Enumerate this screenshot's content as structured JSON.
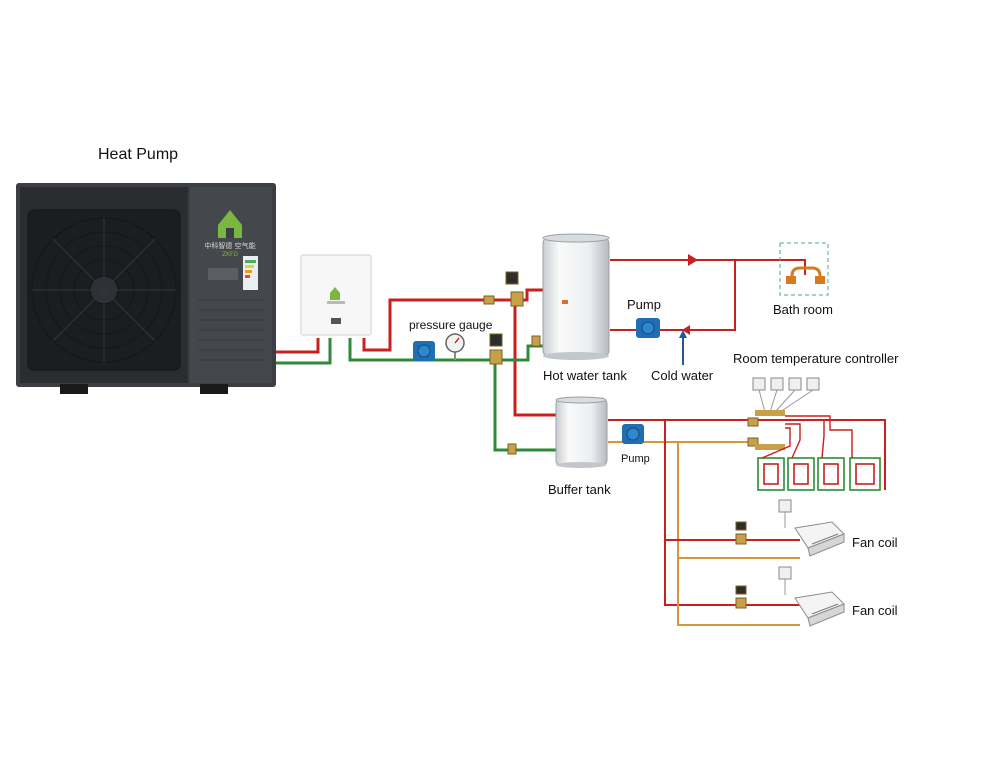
{
  "labels": {
    "heat_pump": "Heat Pump",
    "pressure_gauge": "pressure gauge",
    "pump_top": "Pump",
    "bath_room": "Bath room",
    "hot_water_tank": "Hot water tank",
    "cold_water": "Cold water",
    "room_temp_controller": "Room temperature controller",
    "pump_bottom": "Pump",
    "buffer_tank": "Buffer tank",
    "fan_coil_1": "Fan coil",
    "fan_coil_2": "Fan coil"
  },
  "brand": {
    "logo_text": "中科智德 空气能",
    "logo_sub": "ZKFD"
  },
  "colors": {
    "hot_pipe": "#c8201f",
    "return_pipe_green": "#2f8a3a",
    "fan_return_pipe": "#d8963a",
    "unit_body": "#3b3e42",
    "logo_green": "#7ab642",
    "dashed_box": "#4aa6a0"
  }
}
